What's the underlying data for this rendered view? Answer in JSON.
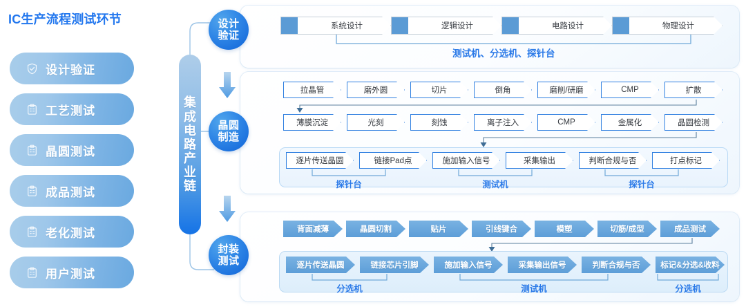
{
  "page_title": "IC生产流程测试环节",
  "accent_blue": "#2277ee",
  "sidebar": {
    "items": [
      {
        "label": "设计验证",
        "icon": "shield-check-icon"
      },
      {
        "label": "工艺测试",
        "icon": "clipboard-icon"
      },
      {
        "label": "晶圆测试",
        "icon": "clipboard-icon"
      },
      {
        "label": "成品测试",
        "icon": "clipboard-icon"
      },
      {
        "label": "老化测试",
        "icon": "clipboard-icon"
      },
      {
        "label": "用户测试",
        "icon": "clipboard-icon"
      }
    ]
  },
  "chain_bar": {
    "text": "集成电路产业链",
    "chars": [
      "集",
      "成",
      "电",
      "路",
      "产",
      "业",
      "链"
    ]
  },
  "stages": [
    {
      "id": "design",
      "line1": "设计",
      "line2": "验证"
    },
    {
      "id": "wafer",
      "line1": "晶圆",
      "line2": "制造"
    },
    {
      "id": "package",
      "line1": "封装",
      "line2": "测试"
    }
  ],
  "design_section": {
    "steps": [
      "系统设计",
      "逻辑设计",
      "电路设计",
      "物理设计"
    ],
    "equipment": "测试机、分选机、探针台"
  },
  "wafer_section": {
    "row1": [
      "拉晶管",
      "磨外圆",
      "切片",
      "倒角",
      "磨削/研磨",
      "CMP",
      "扩散"
    ],
    "row2": [
      "薄膜沉淀",
      "光刻",
      "刻蚀",
      "离子注入",
      "CMP",
      "金属化",
      "晶圆检测"
    ],
    "test_row": [
      "逐片传送晶圆",
      "链接Pad点",
      "施加输入信号",
      "采集输出",
      "判断合规与否",
      "打点标记"
    ],
    "equipment_labels": [
      "探针台",
      "测试机",
      "探针台"
    ]
  },
  "package_section": {
    "row1": [
      "背面减薄",
      "晶圆切割",
      "贴片",
      "引线键合",
      "模塑",
      "切筋/成型",
      "成品测试"
    ],
    "test_row": [
      "逐片传送晶圆",
      "链接芯片引脚",
      "施加输入信号",
      "采集输出信号",
      "判断合规与否",
      "标记&分选&收料"
    ],
    "equipment_labels": [
      "分选机",
      "测试机",
      "分选机"
    ]
  }
}
